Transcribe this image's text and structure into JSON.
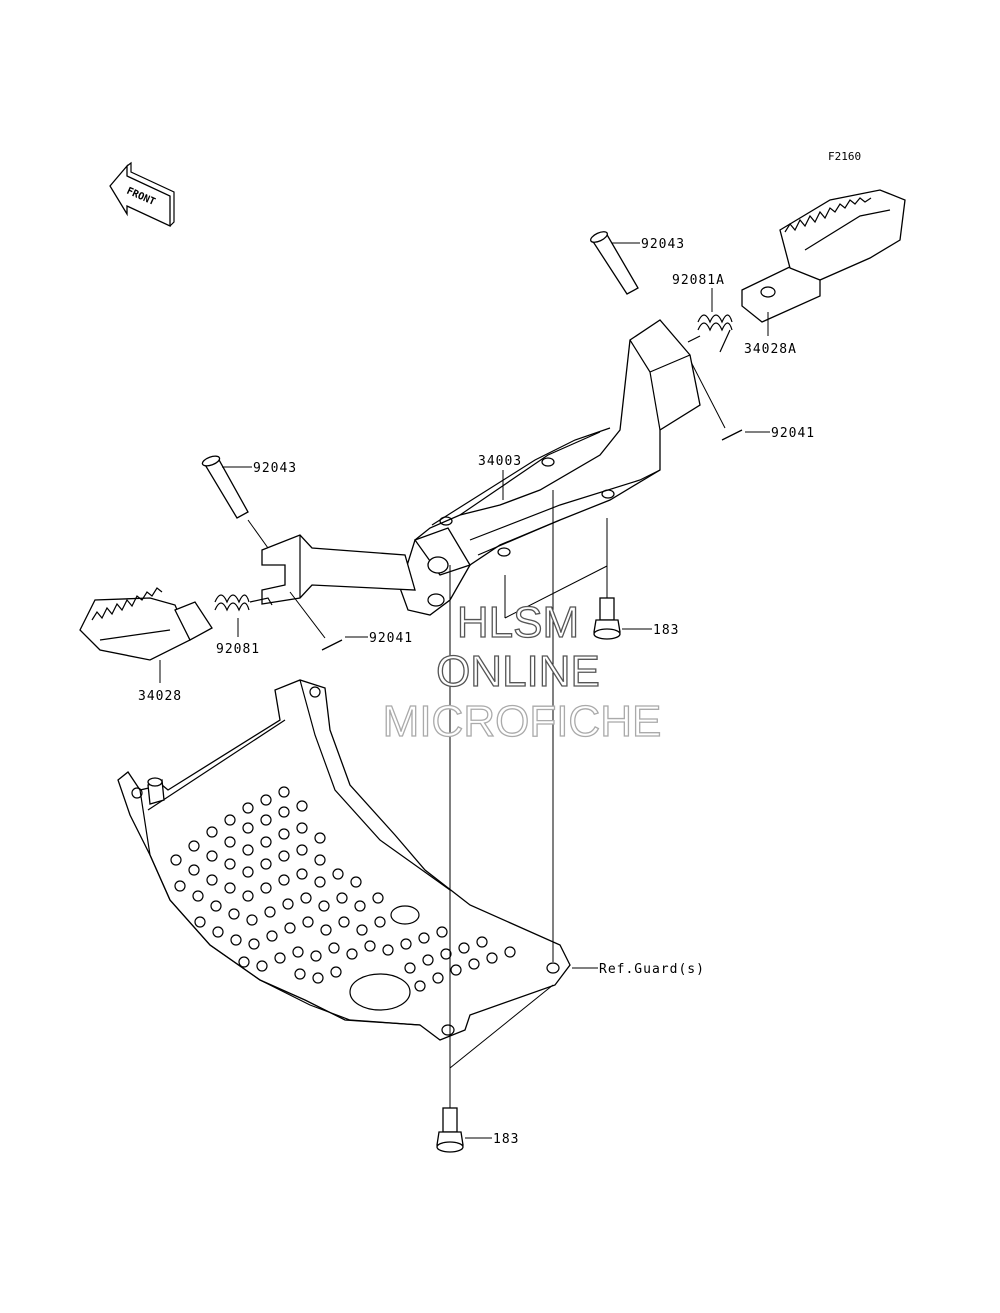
{
  "diagram": {
    "code": "F2160",
    "front_label": "FRONT",
    "labels": {
      "p92043_right": "92043",
      "p92081a": "92081A",
      "p34028a": "34028A",
      "p92041_right": "92041",
      "p34003": "34003",
      "p92043_left": "92043",
      "p183_upper": "183",
      "p92081": "92081",
      "p92041_left": "92041",
      "p34028": "34028",
      "ref_guard": "Ref.Guard(s)",
      "p183_lower": "183"
    },
    "watermark": {
      "line1": "HLSM",
      "line2": "ONLINE",
      "line3": "MICROFICHE"
    }
  }
}
